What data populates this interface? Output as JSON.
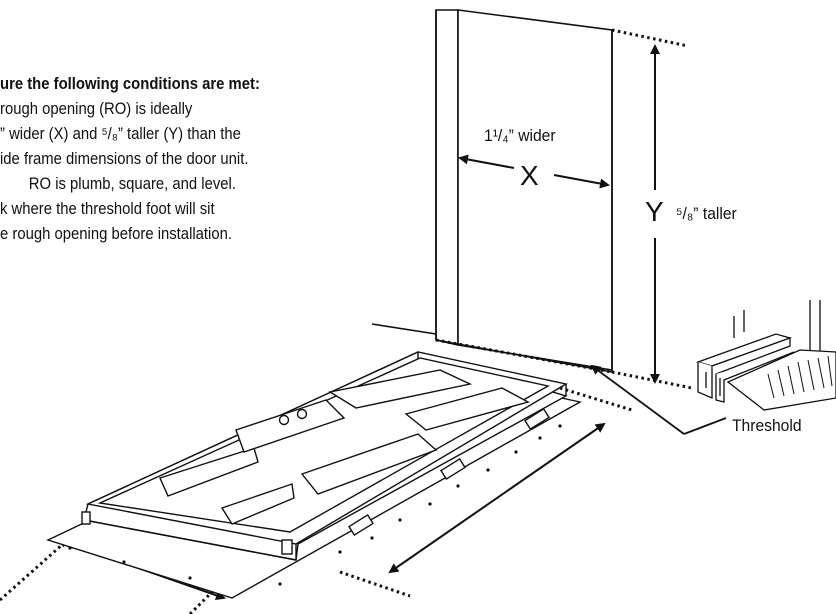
{
  "instructions": {
    "heading": "ure the following conditions are met:",
    "lines": [
      "rough opening (RO) is ideally",
      "” wider (X) and ⁵/₈” taller (Y) than the",
      "ide frame dimensions of the door unit.",
      "RO is plumb, square, and level.",
      "k where the threshold foot will sit",
      "e rough opening before installation."
    ]
  },
  "labels": {
    "width_dim": "1¹/₄” wider",
    "x_symbol": "X",
    "y_symbol": "Y",
    "height_dim": "⁵/₈” taller",
    "threshold": "Threshold"
  }
}
